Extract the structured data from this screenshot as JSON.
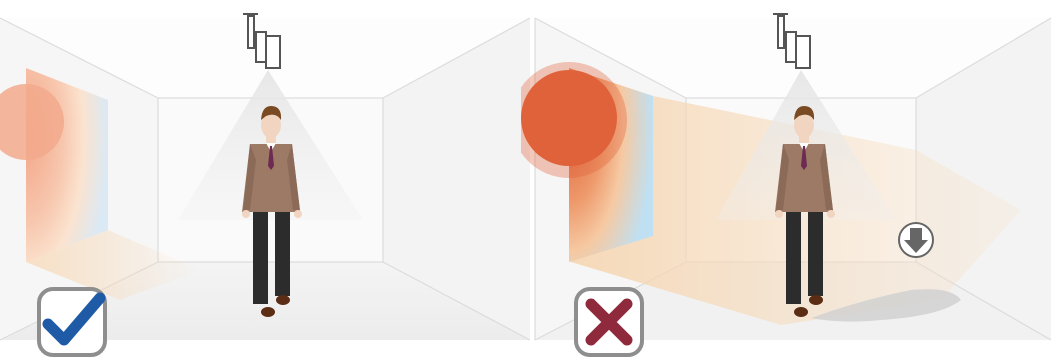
{
  "scenes": [
    {
      "name": "correct-installation",
      "result_icon": "checkmark-icon",
      "sunlight": "sunlight-confined-near-window",
      "colors": {
        "sun": "#f2a98c",
        "mark": "#1f5aa6",
        "frame": "#8e8e8e"
      }
    },
    {
      "name": "incorrect-installation",
      "result_icon": "cross-icon",
      "sunlight": "sunlight-reaching-detection-area",
      "down_indicator_icon": "down-arrow-icon",
      "colors": {
        "sun": "#e0623a",
        "mark": "#8e2a3c",
        "frame": "#8e8e8e"
      }
    }
  ]
}
